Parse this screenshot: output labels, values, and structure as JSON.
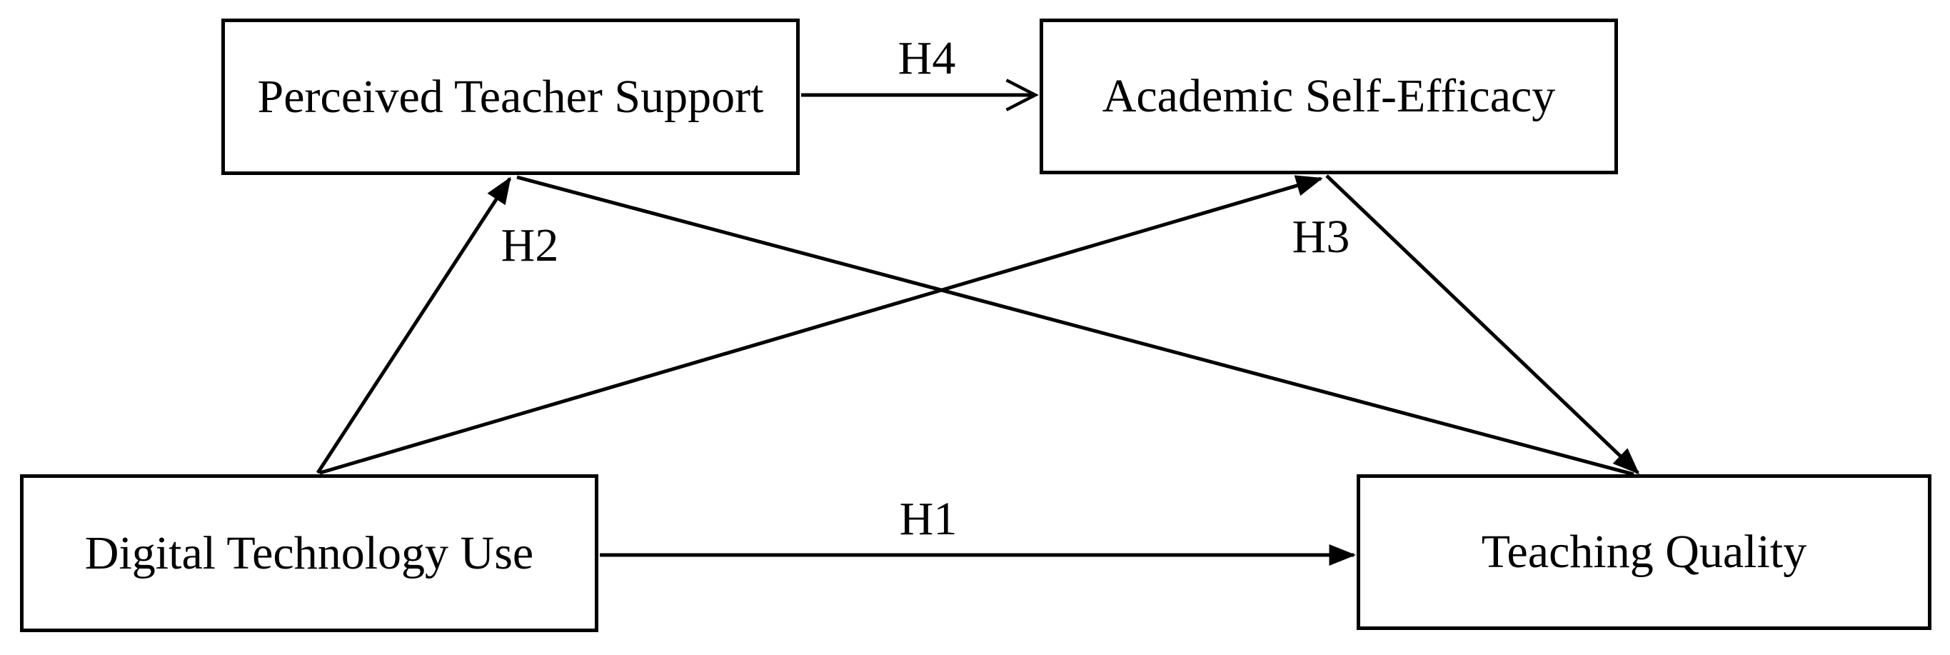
{
  "diagram": {
    "type": "hypothesis-path-model",
    "nodes": {
      "perceived_teacher_support": {
        "label": "Perceived Teacher Support"
      },
      "academic_self_efficacy": {
        "label": "Academic Self-Efficacy"
      },
      "digital_technology_use": {
        "label": "Digital Technology Use"
      },
      "teaching_quality": {
        "label": "Teaching Quality"
      }
    },
    "edges": [
      {
        "label": "H1",
        "from": "Digital Technology Use",
        "to": "Teaching Quality",
        "arrowhead": "filled"
      },
      {
        "label": "H2",
        "from": "Digital Technology Use",
        "to": "Perceived Teacher Support",
        "arrowhead": "filled"
      },
      {
        "label": "H3",
        "from": "Digital Technology Use",
        "to": "Academic Self-Efficacy",
        "arrowhead": "filled"
      },
      {
        "label": "H4",
        "from": "Perceived Teacher Support",
        "to": "Academic Self-Efficacy",
        "arrowhead": "open"
      },
      {
        "label": "",
        "from": "Perceived Teacher Support",
        "to": "Teaching Quality",
        "arrowhead": "filled"
      },
      {
        "label": "",
        "from": "Academic Self-Efficacy",
        "to": "Teaching Quality",
        "arrowhead": "filled"
      }
    ],
    "colors": {
      "line": "#000000",
      "box_border": "#000000",
      "text": "#000000",
      "background": "#ffffff"
    }
  }
}
